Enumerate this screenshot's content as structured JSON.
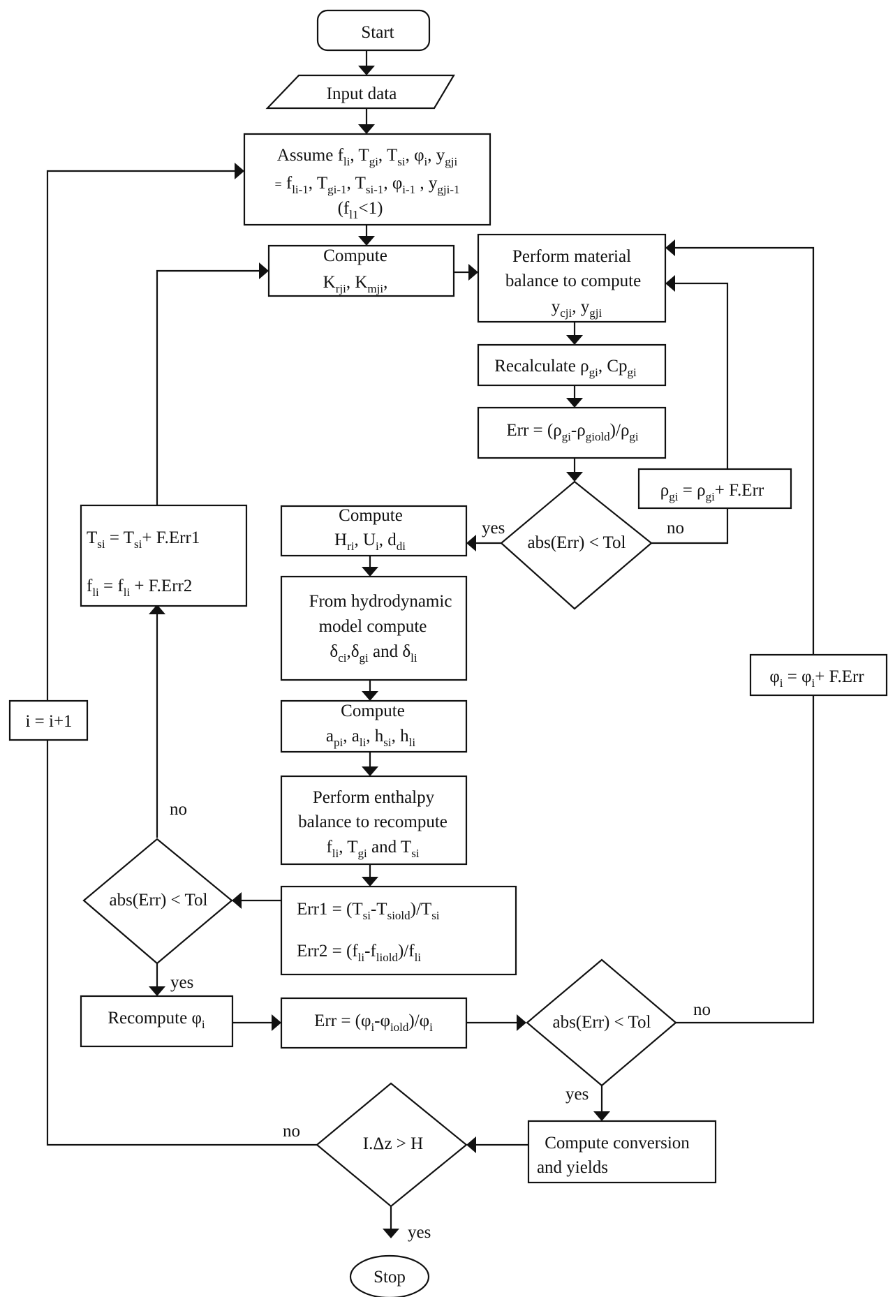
{
  "nodes": {
    "start": "Start",
    "input": "Input data",
    "assume": {
      "l1_assume": "Assume",
      "l1_vars": [
        "fli",
        "Tgi",
        "Tsi",
        "φi",
        "ygji"
      ],
      "l2_eq": "=",
      "l2_vars": [
        "fli-1",
        "Tgi-1",
        "Tsi-1",
        "φi-1",
        "ygji-1"
      ],
      "l3": "(fl1<1)"
    },
    "compute_k": {
      "title": "Compute",
      "line2": "Krji, Kmji,"
    },
    "material": {
      "line1": "Perform material",
      "line2": "balance to compute",
      "line3": "ycji, ygji"
    },
    "recalc": "Recalculate ρgi, Cpgi",
    "err_rho": "Err = (ρgi-ρgiold)/ρgi",
    "dec1": "abs(Err) < Tol",
    "rho_update": "ρgi = ρgi+ F.Err",
    "compute_h": {
      "title": "Compute",
      "line2": "Hri, Ui, ddi"
    },
    "hydro": {
      "line1": "From hydrodynamic",
      "line2": "model compute",
      "line3": "δci,δgi and δli"
    },
    "compute_a": {
      "title": "Compute",
      "line2": "api, ali, hsi, hli"
    },
    "enthalpy": {
      "line1": "Perform enthalpy",
      "line2": "balance to recompute",
      "line3": "fli, Tgi and Tsi"
    },
    "err12": {
      "line1": "Err1 = (Tsi-Tsiold)/Tsi",
      "line2": "Err2 = (fli-fliold)/fli"
    },
    "dec2": "abs(Err) < Tol",
    "ts_update": {
      "line1": "Tsi = Tsi+ F.Err1",
      "line2": "fli = fli + F.Err2"
    },
    "recompute_phi": "Recompute φi",
    "err_phi": "Err = (φi-φiold)/φi",
    "dec3": "abs(Err) < Tol",
    "phi_update": "φi = φi+ F.Err",
    "conversion": {
      "line1": "Compute conversion",
      "line2": "and yields"
    },
    "dec4": "I.Δz > H",
    "i_update": "i = i+1",
    "stop": "Stop"
  },
  "edge_labels": {
    "dec1_yes": "yes",
    "dec1_no": "no",
    "dec2_no": "no",
    "dec2_yes": "yes",
    "dec3_no": "no",
    "dec3_yes": "yes",
    "dec4_no": "no",
    "dec4_yes": "yes"
  }
}
